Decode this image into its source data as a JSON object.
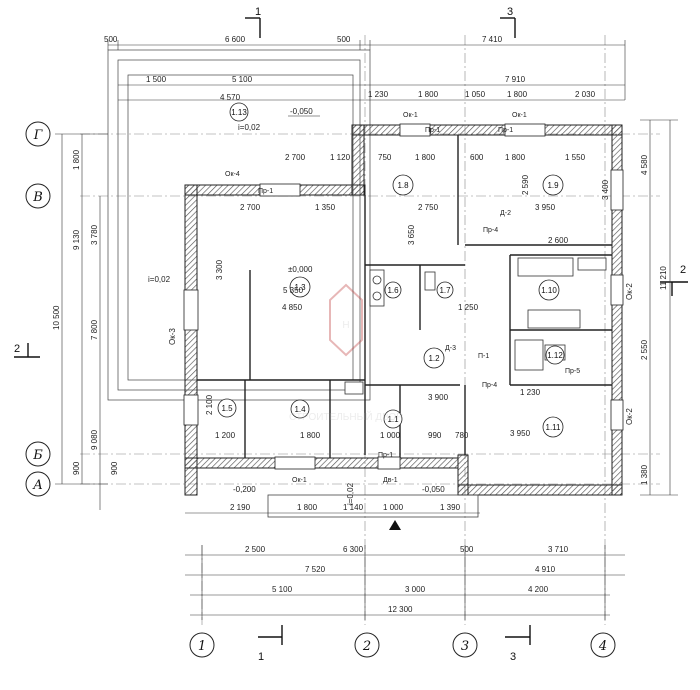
{
  "axes_bottom": [
    "1",
    "2",
    "3",
    "4"
  ],
  "axes_left": [
    "Г",
    "В",
    "Б",
    "А"
  ],
  "section_marks": {
    "cut1": "1",
    "cut2": "2",
    "cut3": "3"
  },
  "top_dims": {
    "row1": [
      "500",
      "6 600",
      "500",
      "7 410"
    ],
    "row2": [
      "7 910"
    ],
    "row3": [
      "1 500",
      "5 100",
      "1 230",
      "1 800",
      "1 050",
      "1 800",
      "2 030"
    ]
  },
  "bottom_dims": {
    "row1": [
      "2 190",
      "1 800",
      "1 140",
      "1 000",
      "1 390"
    ],
    "row2": [
      "2 500",
      "6 300",
      "500",
      "3 710"
    ],
    "row3": [
      "7 520",
      "4 910"
    ],
    "row4": [
      "5 100",
      "3 000",
      "4 200"
    ],
    "row5": [
      "12 300"
    ]
  },
  "left_dims": {
    "outer": [
      "10 500"
    ],
    "mid": [
      "1 800",
      "9 130",
      "900"
    ],
    "inner": [
      "3 780",
      "7 800",
      "9 080",
      "900"
    ]
  },
  "right_dims": {
    "outer": [
      "11 210"
    ],
    "mid": [
      "4 580",
      "2 550",
      "1 380"
    ]
  },
  "rooms": [
    {
      "id": "1.13",
      "area": ""
    },
    {
      "id": "1.8",
      "area": ""
    },
    {
      "id": "1.9",
      "area": ""
    },
    {
      "id": "1.3",
      "area": ""
    },
    {
      "id": "1.6",
      "area": ""
    },
    {
      "id": "1.7",
      "area": ""
    },
    {
      "id": "1.10",
      "area": ""
    },
    {
      "id": "1.2",
      "area": ""
    },
    {
      "id": "1.12",
      "area": ""
    },
    {
      "id": "1.5",
      "area": ""
    },
    {
      "id": "1.4",
      "area": ""
    },
    {
      "id": "1.1",
      "area": ""
    },
    {
      "id": "1.11",
      "area": ""
    }
  ],
  "levels": {
    "terrace_top": "-0,050",
    "floor": "±0,000",
    "terrace_bottom_left": "-0,200",
    "terrace_bottom_right": "-0,050",
    "slope_left": "i=0,02",
    "slope_top": "i=0,02",
    "slope_bottom": "i=0,02"
  },
  "openings": {
    "ok1": "Ок-1",
    "ok2": "Ок-2",
    "ok3": "Ок-3",
    "ok4": "Ок-4",
    "d1": "Дв-1",
    "d3": "Д-3",
    "pr1": "Пр-1",
    "pr4": "Пр-4",
    "pr5": "Пр-5",
    "p1": "П-1",
    "p2": "Д-2"
  },
  "inner_dims": {
    "a": "4 570",
    "b": "2 700",
    "c": "1 120",
    "d": "750",
    "e": "1 800",
    "f": "600",
    "g": "1 800",
    "h": "1 550",
    "i": "2 700",
    "j": "1 350",
    "k": "2 750",
    "l": "3 950",
    "m": "2 600",
    "n": "4 850",
    "o": "5 350",
    "p": "3 300",
    "q": "1 250",
    "r": "1 230",
    "s": "3 900",
    "t": "3 950",
    "u": "2 100",
    "v": "1 200",
    "w": "1 800",
    "x": "1 000",
    "y": "990",
    "z": "780",
    "aa": "3 650",
    "ab": "2 590",
    "ac": "3 400"
  },
  "watermark": "СТРОИТЕЛЬНЫЙ ДВОР"
}
